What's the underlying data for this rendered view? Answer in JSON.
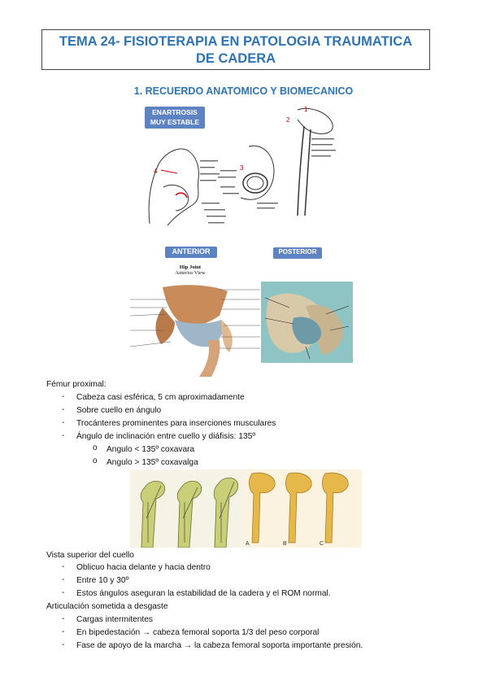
{
  "title": {
    "line1": "TEMA 24- FISIOTERAPIA EN PATOLOGIA TRAUMATICA",
    "line2": "DE CADERA"
  },
  "section_heading": "1.  RECUERDO ANATOMICO Y BIOMECANICO",
  "figures": {
    "top_label_line1": "ENARTROSIS",
    "top_label_line2": "MUY ESTABLE",
    "anterior_label": "ANTERIOR",
    "posterior_label": "POSTERIOR",
    "anterior_title": "Hip Joint",
    "anterior_subtitle": "Anterior View",
    "marker_1": "1",
    "marker_2": "2",
    "marker_3": "3",
    "marker_4": "4",
    "femur_labels": [
      "A",
      "B",
      "C"
    ]
  },
  "body": {
    "femur_heading": "Fémur proximal:",
    "femur_items": [
      "Cabeza casi esférica, 5 cm aproximadamente",
      "Sobre cuello en ángulo",
      "Trocánteres prominentes para inserciones musculares",
      "Ángulo de inclinación entre cuello y diáfisis: 135º"
    ],
    "angle_items": [
      "Angulo < 135º coxavara",
      "Angulo > 135º coxavalga"
    ],
    "neck_heading": "Vista superior del cuello",
    "neck_items": [
      "Oblicuo hacia delante y hacia dentro",
      "Entre 10 y 30º",
      "Estos ángulos aseguran la estabilidad de la cadera y el ROM normal."
    ],
    "wear_heading": "Articulación sometida a desgaste",
    "wear_items": [
      "Cargas intermitentes",
      "En bipedestación → cabeza femoral soporta 1/3 del peso corporal",
      "Fase de apoyo de la marcha → la cabeza femoral soporta importante presión."
    ],
    "dash": "-",
    "sub_bullet": "o"
  }
}
